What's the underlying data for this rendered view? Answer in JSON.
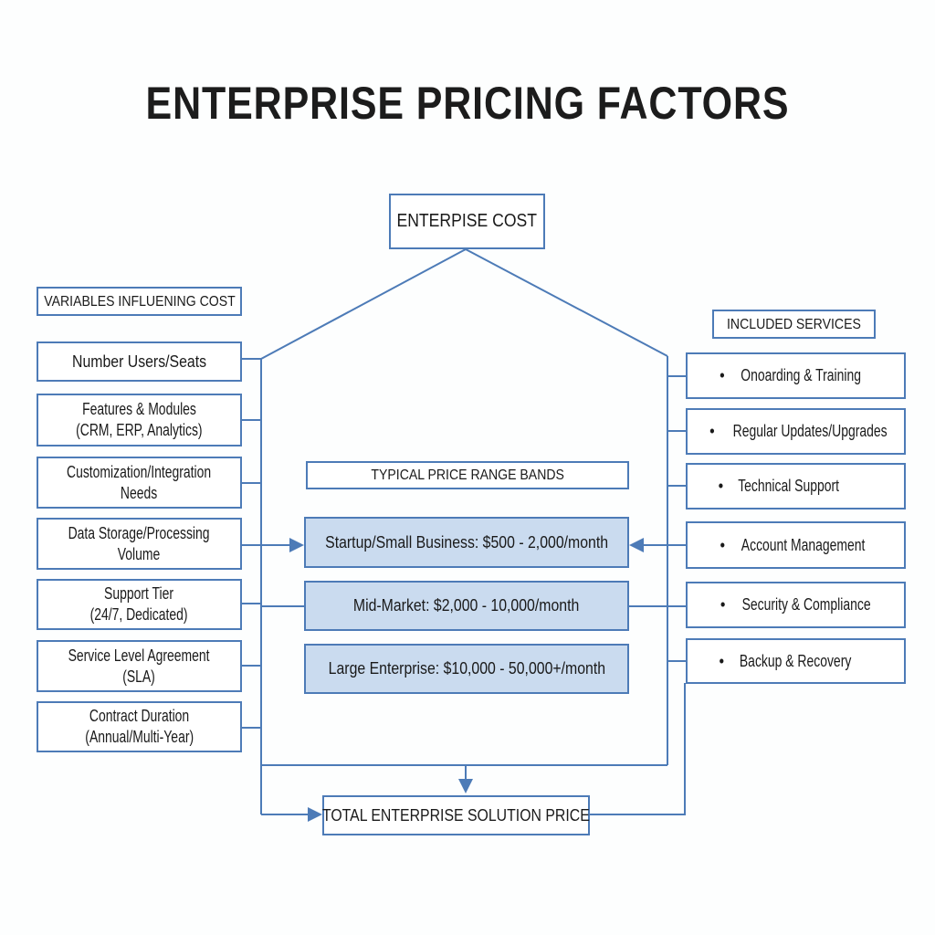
{
  "title": "ENTERPRISE PRICING FACTORS",
  "root_node": "ENTERPISE COST",
  "variables": {
    "header": "VARIABLES INFLUENING COST",
    "items": [
      [
        "Number Users/Seats"
      ],
      [
        "Features & Modules",
        "(CRM, ERP, Analytics)"
      ],
      [
        "Customization/Integration",
        "Needs"
      ],
      [
        "Data Storage/Processing",
        "Volume"
      ],
      [
        "Support Tier",
        "(24/7, Dedicated)"
      ],
      [
        "Service Level Agreement",
        "(SLA)"
      ],
      [
        "Contract Duration",
        "(Annual/Multi-Year)"
      ]
    ]
  },
  "price_bands": {
    "header": "TYPICAL PRICE RANGE BANDS",
    "items": [
      "Startup/Small Business: $500 - 2,000/month",
      "Mid-Market: $2,000 - 10,000/month",
      "Large Enterprise: $10,000 - 50,000+/month"
    ]
  },
  "services": {
    "header": "INCLUDED SERVICES",
    "items": [
      "Onoarding & Training",
      "Regular Updates/Upgrades",
      "Technical Support",
      "Account Management",
      "Security & Compliance",
      "Backup & Recovery"
    ]
  },
  "total": "TOTAL ENTERPRISE SOLUTION PRICE",
  "colors": {
    "line": "#4d7bb7",
    "band_fill": "#cadbef"
  }
}
